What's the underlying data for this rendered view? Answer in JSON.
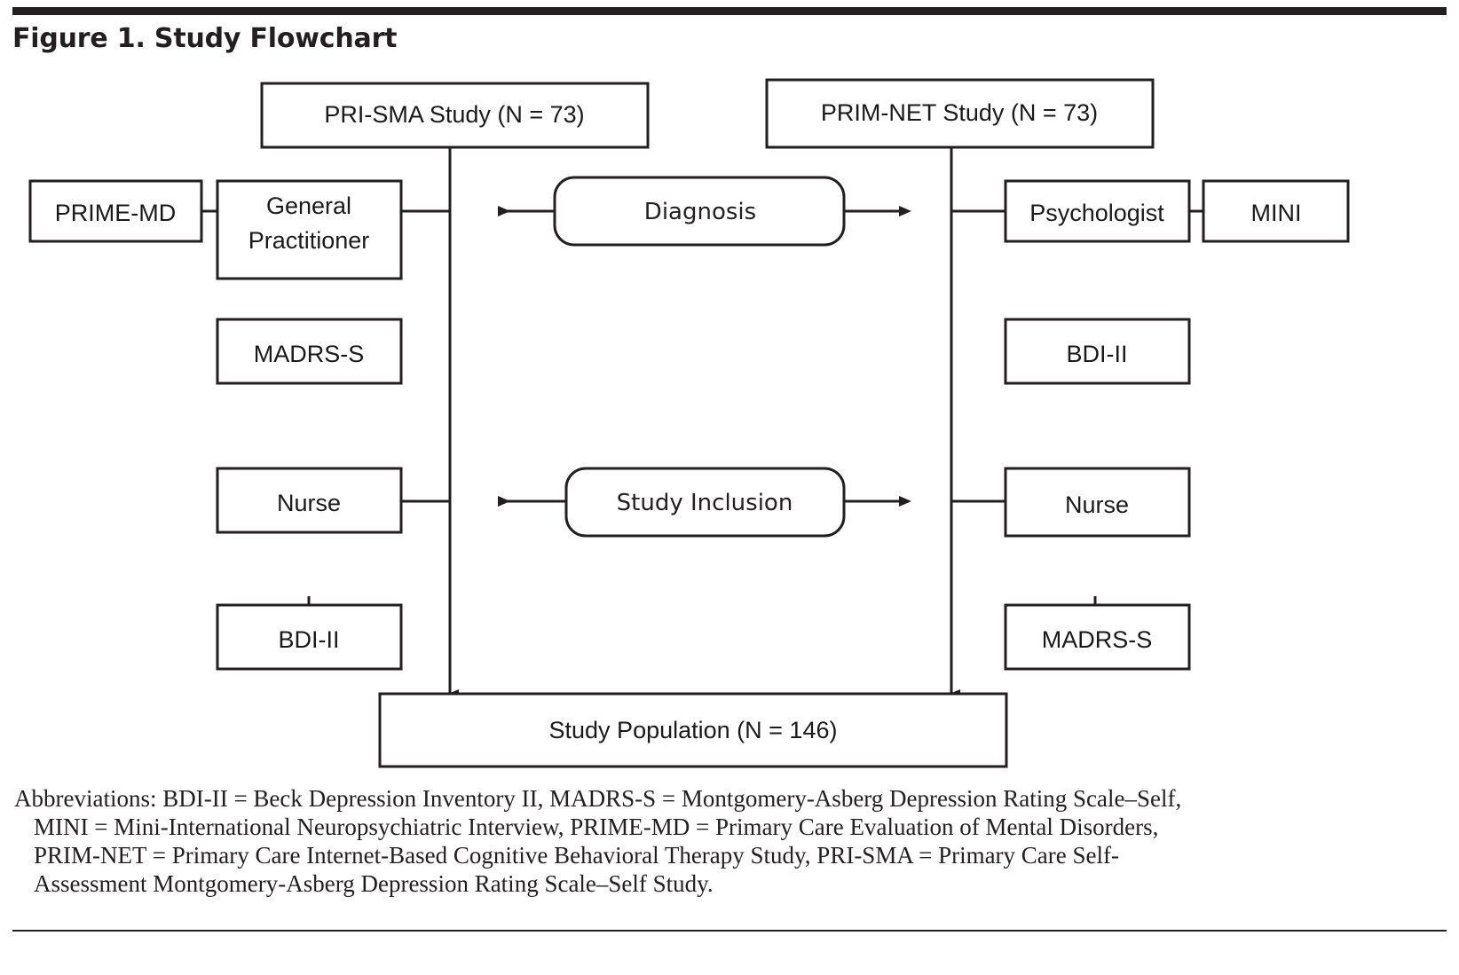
{
  "figure": {
    "title": "Figure 1. Study Flowchart"
  },
  "nodes": {
    "pri_sma": "PRI-SMA Study (N = 73)",
    "prim_net": "PRIM-NET Study (N = 73)",
    "prime_md": "PRIME-MD",
    "gp_line1": "General",
    "gp_line2": "Practitioner",
    "diagnosis": "Diagnosis",
    "psychologist": "Psychologist",
    "mini": "MINI",
    "madrs_s_left": "MADRS-S",
    "bdi_ii_right": "BDI-II",
    "nurse_left": "Nurse",
    "study_inclusion": "Study Inclusion",
    "nurse_right": "Nurse",
    "bdi_ii_left": "BDI-II",
    "madrs_s_right": "MADRS-S",
    "study_population": "Study Population (N = 146)"
  },
  "footnote": {
    "line1": "Abbreviations: BDI-II = Beck Depression Inventory II, MADRS-S = Montgomery-Asberg Depression Rating Scale–Self,",
    "line2": "MINI = Mini-International Neuropsychiatric Interview, PRIME-MD = Primary Care Evaluation of Mental Disorders,",
    "line3": "PRIM-NET = Primary Care Internet-Based Cognitive Behavioral Therapy Study, PRI-SMA = Primary Care Self-",
    "line4": "Assessment Montgomery-Asberg Depression Rating Scale–Self Study."
  },
  "colors": {
    "ink": "#231f20",
    "paper": "#ffffff"
  }
}
